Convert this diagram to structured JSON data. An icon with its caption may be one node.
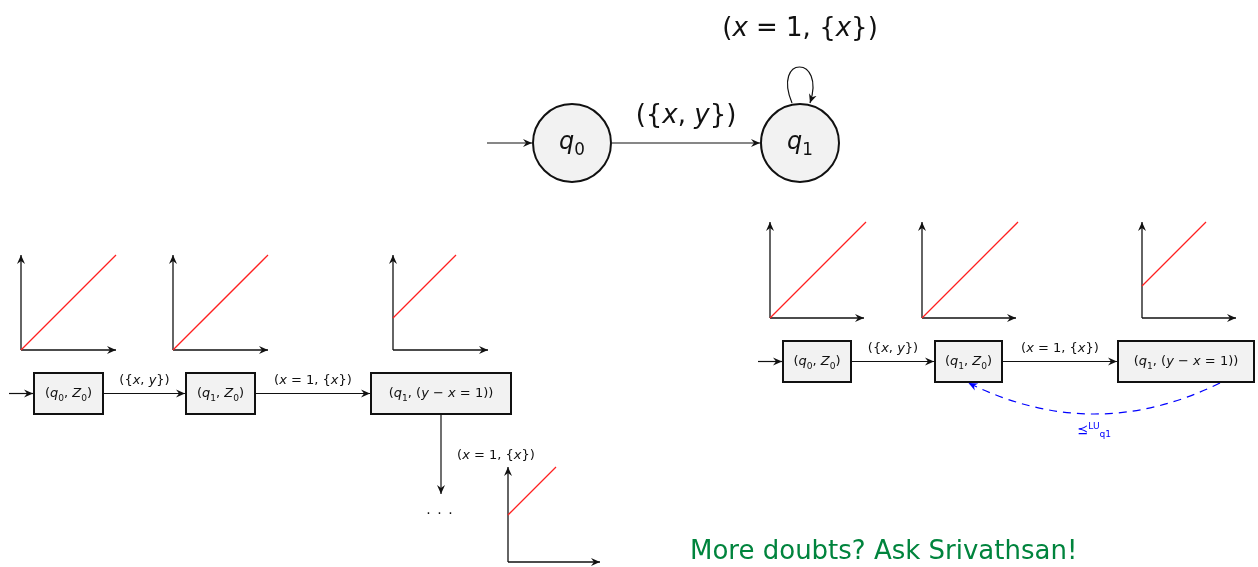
{
  "diagram": {
    "nodes": [
      {
        "text": [
          "*q*$_{0}$"
        ]
      },
      {
        "text": [
          "*q*$_{1}$"
        ]
      },
      {
        "text": [
          "(*q*$_{0}$, *Z*$_{0}$)"
        ]
      },
      {
        "text": [
          "(*q*$_{1}$, *Z*$_{0}$)"
        ]
      },
      {
        "text": [
          "(*q*$_{1}$, (*y* − *x* = 1))"
        ]
      },
      {
        "text": [
          ". . ."
        ]
      },
      {
        "text": [
          "(*q*$_{0}$, *Z*$_{0}$)"
        ]
      },
      {
        "text": [
          "(*q*$_{1}$, *Z*$_{0}$)"
        ]
      },
      {
        "text": [
          "(*q*$_{1}$, (*y* − *x* = 1))"
        ]
      }
    ],
    "edges": [
      {
        "from": null,
        "to": 0,
        "arrow": "to"
      },
      {
        "from": 0,
        "to": 1,
        "arrow": "to",
        "label": "({*x*, *y*})"
      },
      {
        "from": 1,
        "to": 1,
        "arrow": "to",
        "label": "(*x* = 1, {*x*})"
      },
      {
        "from": null,
        "to": 2,
        "arrow": "to"
      },
      {
        "from": 2,
        "to": 3,
        "arrow": "to",
        "label": "({*x*, *y*})"
      },
      {
        "from": 3,
        "to": 4,
        "arrow": "to",
        "label": "(*x* = 1, {*x*})"
      },
      {
        "from": 4,
        "to": 5,
        "arrow": "to",
        "label": "(*x* = 1, {*x*})"
      },
      {
        "from": null,
        "to": 6,
        "arrow": "to"
      },
      {
        "from": 6,
        "to": 7,
        "arrow": "to",
        "label": "({*x*, *y*})"
      },
      {
        "from": 7,
        "to": 8,
        "arrow": "to",
        "label": "(*x* = 1, {*x*})"
      },
      {
        "from": 8,
        "to": 7,
        "arrow": "to",
        "style": "dashed",
        "color": "#0000ff",
        "label": "⪯$^{LU}$$_{q1}$"
      }
    ],
    "labels": [
      "More doubts? Ask Srivathsan!"
    ]
  }
}
